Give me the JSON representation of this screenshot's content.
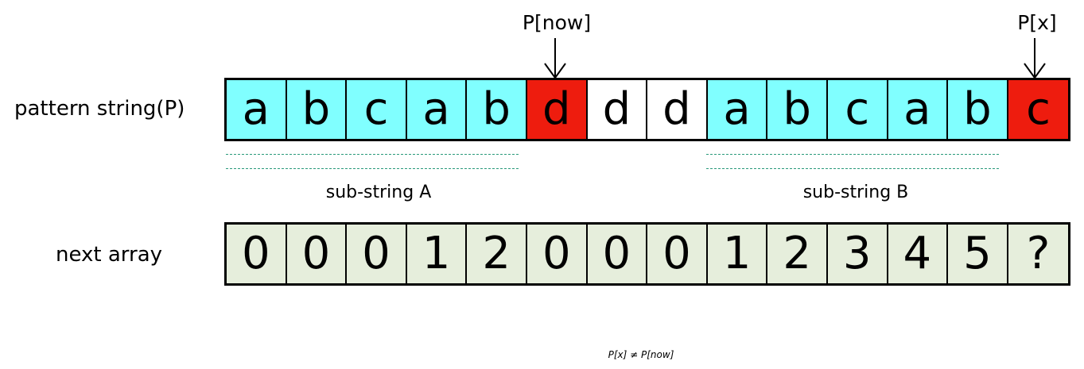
{
  "labels": {
    "pattern": "pattern string(P)",
    "next": "next array",
    "sub_a": "sub-string A",
    "sub_b": "sub-string B",
    "pointer_now": "P[now]",
    "pointer_x": "P[x]",
    "caption": "P[x] ≠ P[now]"
  },
  "pattern": [
    {
      "char": "a",
      "color": "#80ffff"
    },
    {
      "char": "b",
      "color": "#80ffff"
    },
    {
      "char": "c",
      "color": "#80ffff"
    },
    {
      "char": "a",
      "color": "#80ffff"
    },
    {
      "char": "b",
      "color": "#80ffff"
    },
    {
      "char": "d",
      "color": "#ee1c0e"
    },
    {
      "char": "d",
      "color": "#ffffff"
    },
    {
      "char": "d",
      "color": "#ffffff"
    },
    {
      "char": "a",
      "color": "#80ffff"
    },
    {
      "char": "b",
      "color": "#80ffff"
    },
    {
      "char": "c",
      "color": "#80ffff"
    },
    {
      "char": "a",
      "color": "#80ffff"
    },
    {
      "char": "b",
      "color": "#80ffff"
    },
    {
      "char": "c",
      "color": "#ee1c0e"
    }
  ],
  "next": [
    "0",
    "0",
    "0",
    "1",
    "2",
    "0",
    "0",
    "0",
    "1",
    "2",
    "3",
    "4",
    "5",
    "?"
  ],
  "colors": {
    "highlight": "#80ffff",
    "mismatch": "#ee1c0e",
    "next_fill": "#e6eedc",
    "dash": "#2a9a7a"
  }
}
